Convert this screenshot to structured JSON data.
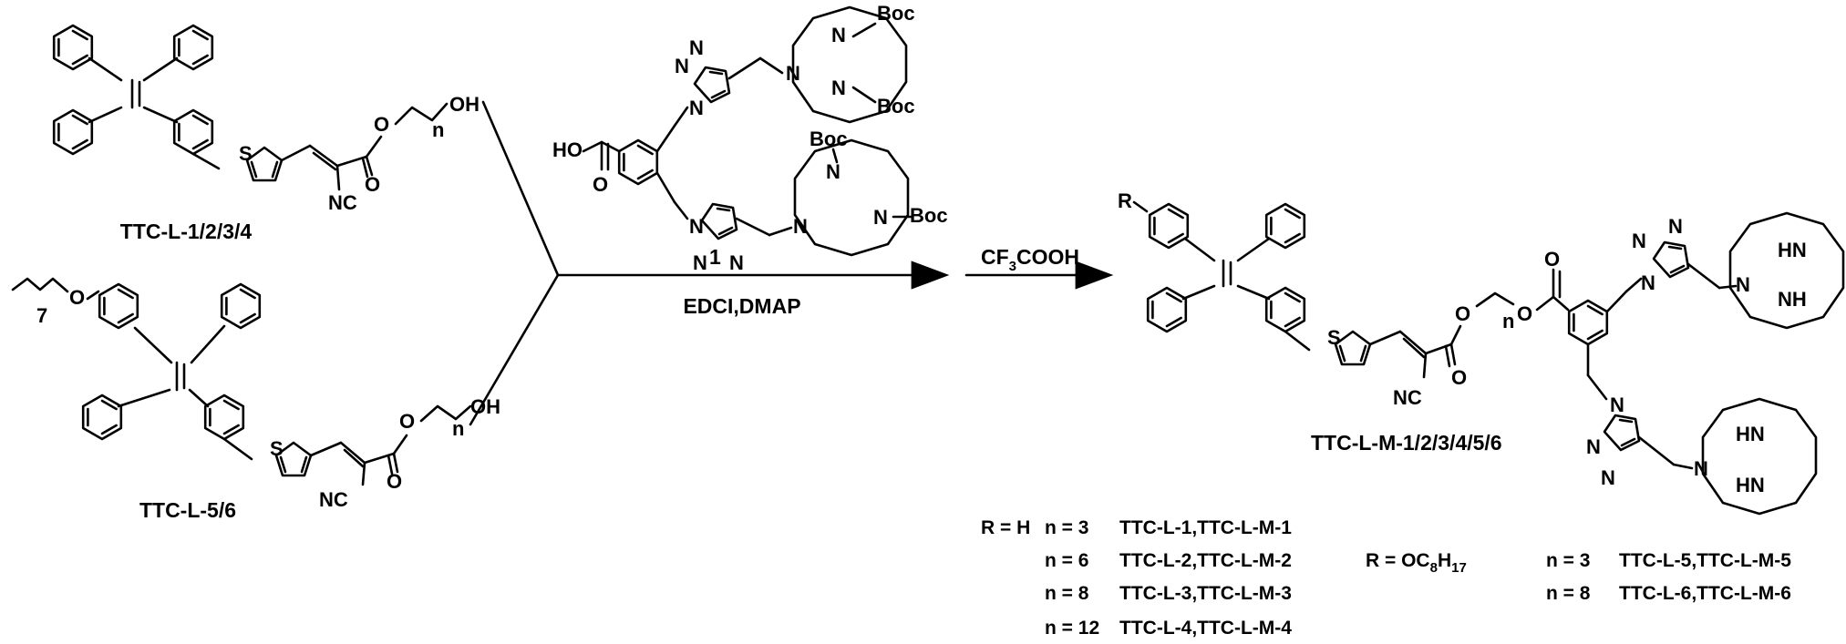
{
  "atoms": {
    "S": "S",
    "N": "N",
    "O": "O",
    "NH": "NH",
    "HN": "HN",
    "OH": "OH",
    "HO": "HO",
    "NC": "NC",
    "Boc": "Boc",
    "R": "R"
  },
  "subscripts": {
    "n": "n",
    "seven": "7"
  },
  "compounds": {
    "ttc_l_1234": "TTC-L-1/2/3/4",
    "ttc_l_56": "TTC-L-5/6",
    "reagent_1": "1",
    "product": "TTC-L-M-1/2/3/4/5/6"
  },
  "conditions": {
    "step1": "EDCI,DMAP",
    "step2_main": "CF",
    "step2_sub": "3",
    "step2_tail": "COOH"
  },
  "table": {
    "r_h": "R = H",
    "r_oc8": {
      "main": "R = OC",
      "sub1": "8",
      "mid": "H",
      "sub2": "17"
    },
    "left_rows": [
      {
        "n": "n = 3",
        "compounds": "TTC-L-1,TTC-L-M-1"
      },
      {
        "n": "n = 6",
        "compounds": "TTC-L-2,TTC-L-M-2"
      },
      {
        "n": "n = 8",
        "compounds": "TTC-L-3,TTC-L-M-3"
      },
      {
        "n": "n = 12",
        "compounds": "TTC-L-4,TTC-L-M-4"
      }
    ],
    "right_rows": [
      {
        "n": "n = 3",
        "compounds": "TTC-L-5,TTC-L-M-5"
      },
      {
        "n": "n = 8",
        "compounds": "TTC-L-6,TTC-L-M-6"
      }
    ]
  }
}
